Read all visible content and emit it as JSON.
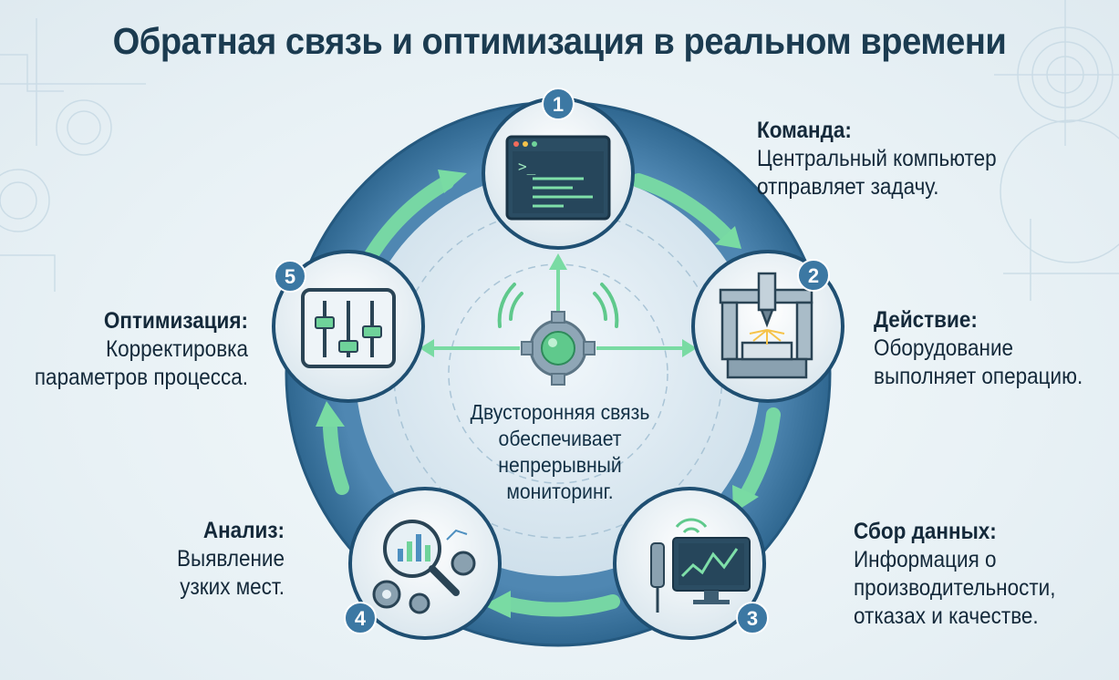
{
  "title": "Обратная связь и оптимизация в реальном времени",
  "center_text": "Двусторонняя связь обеспечивает непрерывный мониторинг.",
  "steps": [
    {
      "number": "1",
      "heading": "Команда:",
      "text": "Центральный компьютер отправляет задачу.",
      "icon": "computer-terminal-icon"
    },
    {
      "number": "2",
      "heading": "Действие:",
      "text": "Оборудование выполняет операцию.",
      "icon": "cnc-machine-icon"
    },
    {
      "number": "3",
      "heading": "Сбор данных:",
      "text": "Информация о производительности, отказах и качестве.",
      "icon": "sensor-monitor-icon"
    },
    {
      "number": "4",
      "heading": "Анализ:",
      "text": "Выявление узких мест.",
      "icon": "magnifier-gears-icon"
    },
    {
      "number": "5",
      "heading": "Оптимизация:",
      "text": "Корректировка параметров процесса.",
      "icon": "sliders-icon"
    }
  ],
  "colors": {
    "ring": "#3f7aa6",
    "ring_light": "#5d95bf",
    "inner_disk": "#dce9f1",
    "arrow": "#6fd39a",
    "badge": "#3c78a3",
    "title": "#1b3b50"
  }
}
